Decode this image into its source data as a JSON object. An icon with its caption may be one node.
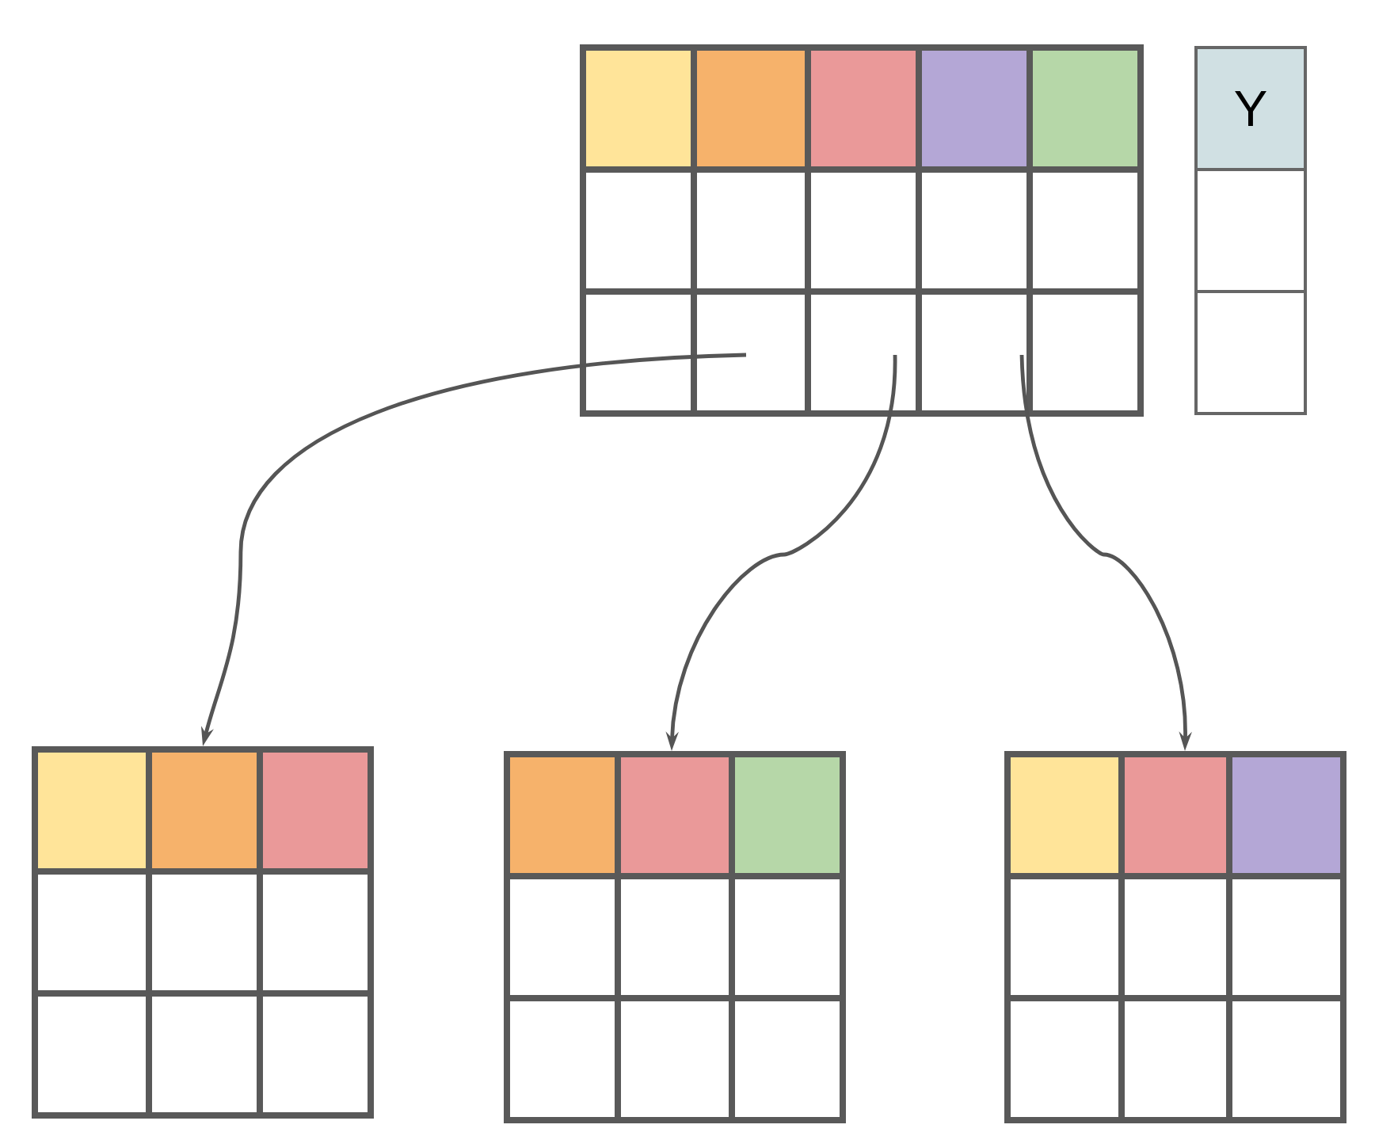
{
  "diagram": {
    "nodes": [
      {
        "text": [],
        "shape": "table"
      },
      {
        "text": [
          "Y"
        ]
      },
      {
        "text": [],
        "shape": "table"
      },
      {
        "text": [],
        "shape": "table"
      },
      {
        "text": [],
        "shape": "table"
      }
    ],
    "edges": [
      {
        "from": 0,
        "to": 2,
        "arrow": "to"
      },
      {
        "from": 0,
        "to": 3,
        "arrow": "to"
      },
      {
        "from": 0,
        "to": 4,
        "arrow": "to"
      }
    ]
  }
}
